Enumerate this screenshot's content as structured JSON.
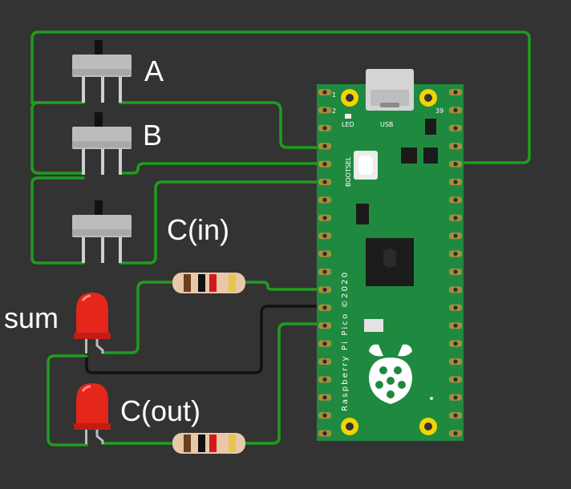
{
  "colors": {
    "background": "#333333",
    "wire_green": "#1e9d1e",
    "wire_black": "#111111",
    "pcb_green": "#1f8a3f",
    "pad_gold": "#f2d400",
    "led_red": "#e4261b",
    "switch_gray": "#bcbcbc"
  },
  "labels": {
    "switch_a": "A",
    "switch_b": "B",
    "switch_c": "C(in)",
    "led_sum": "sum",
    "led_cout": "C(out)"
  },
  "board": {
    "pin_1": "1",
    "pin_2": "2",
    "pin_39": "39",
    "led": "LED",
    "usb": "USB",
    "bootsel": "BOOTSEL",
    "vertical_text": "Raspberry Pi Pico  ©2020"
  },
  "icons": {
    "switch": "slide-switch-icon",
    "resistor": "resistor-icon",
    "led": "led-icon",
    "board_logo": "raspberry-logo-icon"
  }
}
